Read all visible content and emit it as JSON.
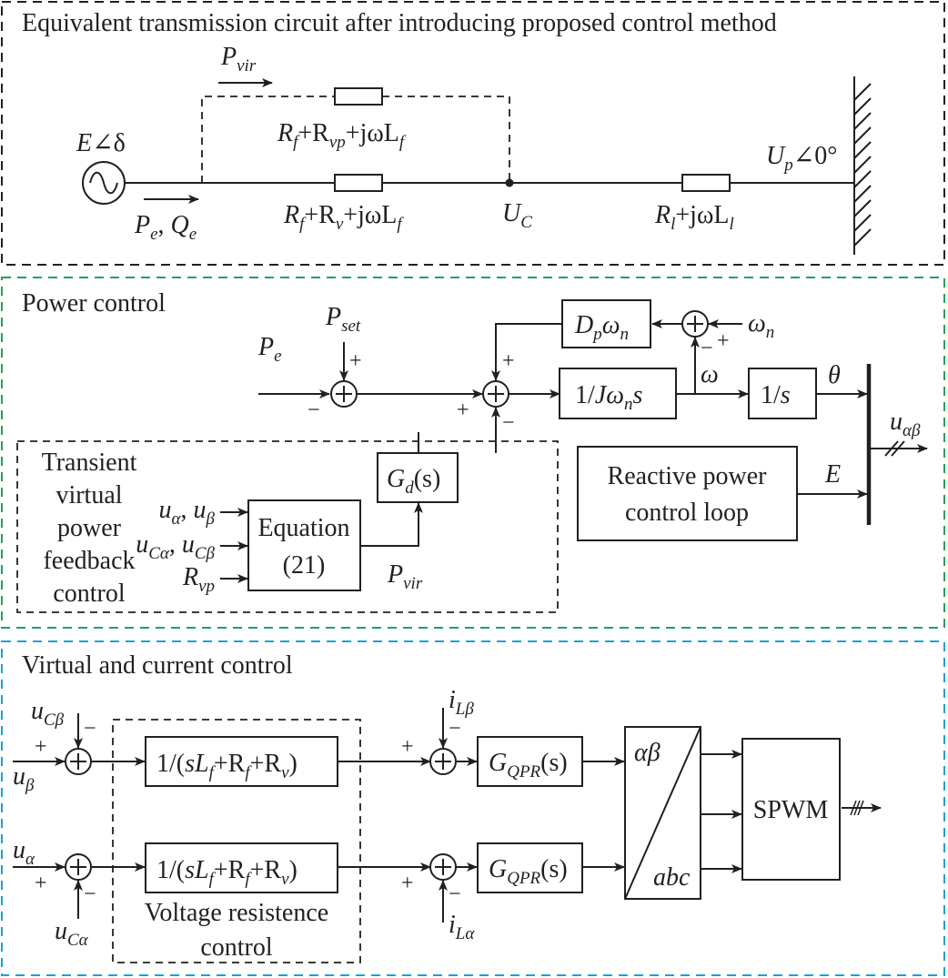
{
  "colors": {
    "ink": "#231f20",
    "section1_border": "#231f20",
    "section2_border": "#1fa35a",
    "section3_border": "#1aa0d8"
  },
  "section1": {
    "title": "Equivalent transmission circuit after introducing proposed control method",
    "source": {
      "label_main": "E",
      "label_angle": "∠δ",
      "icon": "ac-source-icon"
    },
    "pvir_arrow": {
      "main": "P",
      "sub": "vir"
    },
    "pe_arrow": {
      "p": "P",
      "p_sub": "e",
      "sep": ", ",
      "q": "Q",
      "q_sub": "e"
    },
    "virtual_branch": {
      "parts": [
        "R",
        "f",
        "+R",
        "vp",
        "+jωL",
        "f"
      ]
    },
    "real_branch": {
      "parts": [
        "R",
        "f",
        "+R",
        "v",
        "+jωL",
        "f"
      ]
    },
    "node": {
      "main": "U",
      "sub": "C"
    },
    "line_impedance": {
      "parts": [
        "R",
        "l",
        "+jωL",
        "l"
      ]
    },
    "grid": {
      "main": "U",
      "sub": "p",
      "angle": "∠0°",
      "icon": "infinite-bus-icon"
    }
  },
  "section2": {
    "title": "Power control",
    "inputs": {
      "pe": {
        "main": "P",
        "sub": "e"
      },
      "pset": {
        "main": "P",
        "sub": "set"
      },
      "omega_n": {
        "main": "ω",
        "sub": "n"
      }
    },
    "blocks": {
      "damping": {
        "main": "D",
        "sub": "p",
        "tail": "ω",
        "tail_sub": "n"
      },
      "inertia": {
        "pre": "1/",
        "main": "Jω",
        "sub": "n",
        "tail": "s"
      },
      "integrator": {
        "text": "1/",
        "var": "s"
      },
      "gd": {
        "main": "G",
        "sub": "d",
        "tail": "(s)"
      },
      "equation": {
        "line1": "Equation",
        "line2": "(21)"
      },
      "reactive": {
        "line1": "Reactive power",
        "line2": "control loop"
      }
    },
    "signals": {
      "omega": "ω",
      "theta": "θ",
      "E": "E",
      "pvir": {
        "main": "P",
        "sub": "vir"
      },
      "uab": {
        "main": "u",
        "sub": "αβ"
      }
    },
    "feedback_box": {
      "label": [
        "Transient",
        "virtual",
        "power",
        "feedback",
        "control"
      ],
      "inputs": [
        {
          "a": "u",
          "a_sub": "α",
          "sep": ", ",
          "b": "u",
          "b_sub": "β"
        },
        {
          "a": "u",
          "a_sub": "Cα",
          "sep": ", ",
          "b": "u",
          "b_sub": "Cβ"
        },
        {
          "a": "R",
          "a_sub": "vp"
        }
      ]
    },
    "signs": {
      "plus": "+",
      "minus": "−"
    }
  },
  "section3": {
    "title": "Virtual and current control",
    "inputs": {
      "ucb": {
        "main": "u",
        "sub": "Cβ"
      },
      "ub": {
        "main": "u",
        "sub": "β"
      },
      "ua": {
        "main": "u",
        "sub": "α"
      },
      "uca": {
        "main": "u",
        "sub": "Cα"
      },
      "ilb": {
        "main": "i",
        "sub": "Lβ"
      },
      "ila": {
        "main": "i",
        "sub": "Lα"
      }
    },
    "vr_block": {
      "t1": "1/(",
      "s": "sL",
      "s_sub": "f",
      "t2": "+R",
      "f_sub": "f",
      "t3": "+R",
      "v_sub": "v",
      "t4": ")"
    },
    "vr_box_label": [
      "Voltage resistence",
      "control"
    ],
    "qpr": {
      "main": "G",
      "sub": "QPR",
      "tail": "(s)"
    },
    "transform": {
      "top": "αβ",
      "bottom": "abc"
    },
    "spwm": "SPWM",
    "signs": {
      "plus": "+",
      "minus": "−"
    }
  }
}
